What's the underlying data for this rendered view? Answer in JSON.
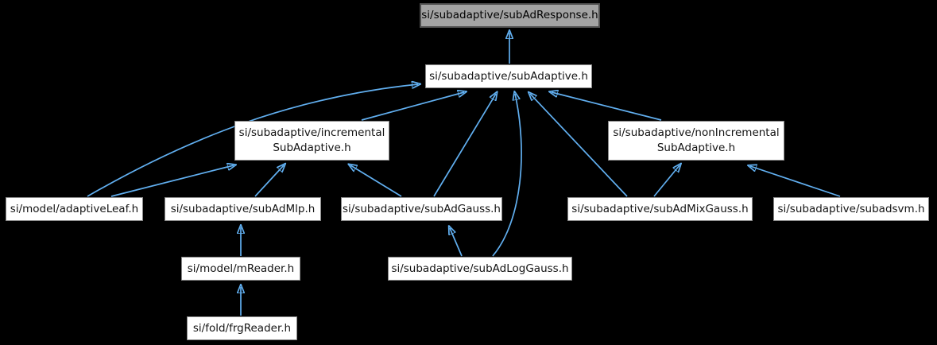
{
  "diagram": {
    "type": "include-dependency-graph",
    "colors": {
      "background": "#000000",
      "arrow": "#61aff0",
      "node_fill": "#ffffff",
      "node_border": "#878787",
      "current_node_fill": "#a3a3a3",
      "current_node_border": "#4f4f4f",
      "text": "#131313"
    },
    "nodes": [
      {
        "id": "subAdResponse",
        "label": "si/subadaptive/subAdResponse.h",
        "current": true
      },
      {
        "id": "subAdaptive",
        "label": "si/subadaptive/subAdaptive.h"
      },
      {
        "id": "incrementalSubAdaptive",
        "line1": "si/subadaptive/incremental",
        "line2": "SubAdaptive.h"
      },
      {
        "id": "nonIncrementalSubAdaptive",
        "line1": "si/subadaptive/nonIncremental",
        "line2": "SubAdaptive.h"
      },
      {
        "id": "adaptiveLeaf",
        "label": "si/model/adaptiveLeaf.h"
      },
      {
        "id": "subAdMlp",
        "label": "si/subadaptive/subAdMlp.h"
      },
      {
        "id": "subAdGauss",
        "label": "si/subadaptive/subAdGauss.h"
      },
      {
        "id": "subAdMixGauss",
        "label": "si/subadaptive/subAdMixGauss.h"
      },
      {
        "id": "subadsvm",
        "label": "si/subadaptive/subadsvm.h"
      },
      {
        "id": "mReader",
        "label": "si/model/mReader.h"
      },
      {
        "id": "subAdLogGauss",
        "label": "si/subadaptive/subAdLogGauss.h"
      },
      {
        "id": "frgReader",
        "label": "si/fold/frgReader.h"
      }
    ],
    "edges": [
      {
        "from": "subAdaptive",
        "to": "subAdResponse"
      },
      {
        "from": "incrementalSubAdaptive",
        "to": "subAdaptive"
      },
      {
        "from": "nonIncrementalSubAdaptive",
        "to": "subAdaptive"
      },
      {
        "from": "adaptiveLeaf",
        "to": "subAdaptive"
      },
      {
        "from": "adaptiveLeaf",
        "to": "incrementalSubAdaptive"
      },
      {
        "from": "subAdMlp",
        "to": "incrementalSubAdaptive"
      },
      {
        "from": "subAdGauss",
        "to": "incrementalSubAdaptive"
      },
      {
        "from": "subAdGauss",
        "to": "subAdaptive"
      },
      {
        "from": "subAdMixGauss",
        "to": "nonIncrementalSubAdaptive"
      },
      {
        "from": "subAdMixGauss",
        "to": "subAdaptive"
      },
      {
        "from": "subadsvm",
        "to": "nonIncrementalSubAdaptive"
      },
      {
        "from": "subAdLogGauss",
        "to": "subAdGauss"
      },
      {
        "from": "subAdLogGauss",
        "to": "subAdaptive"
      },
      {
        "from": "mReader",
        "to": "subAdMlp"
      },
      {
        "from": "frgReader",
        "to": "mReader"
      }
    ]
  }
}
